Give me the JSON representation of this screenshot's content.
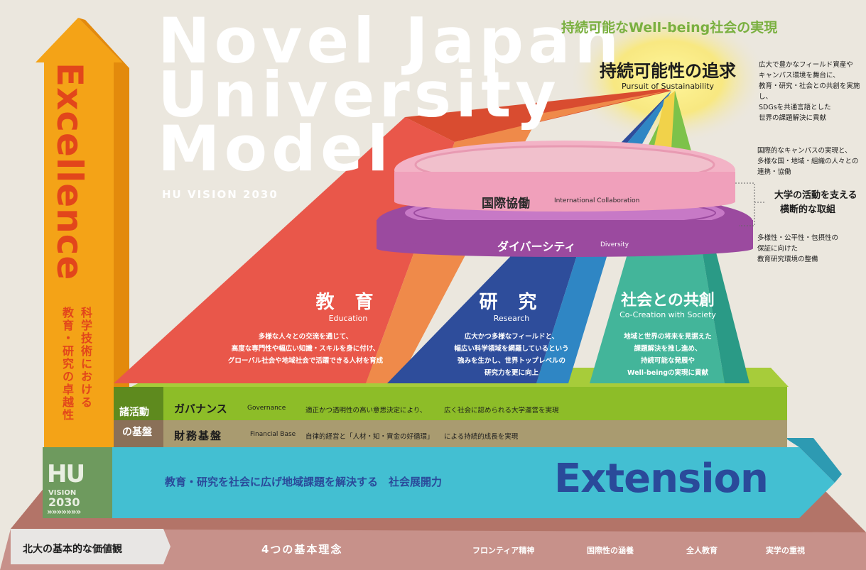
{
  "header": {
    "title_lines": [
      "Novel Japan",
      "University",
      "Model"
    ],
    "subtitle": "HU VISION 2030",
    "top_right": "持続可能なWell-being社会の実現"
  },
  "sustainability": {
    "title_jp": "持続可能性の追求",
    "title_en": "Pursuit of Sustainability",
    "note": [
      "広大で豊かなフィールド資産や",
      "キャンパス環境を舞台に、",
      "教育・研究・社会との共創を実施し、",
      "SDGsを共通言語とした",
      "世界の課題解決に貢献"
    ]
  },
  "excellence": {
    "label": "Excellence",
    "desc_col1": "科学技術における",
    "desc_col2": "教育・研究の卓越性"
  },
  "rings": {
    "intl_jp": "国際協働",
    "intl_en": "International Collaboration",
    "div_jp": "ダイバーシティ",
    "div_en": "Diversity",
    "intl_note": [
      "国際的なキャンパスの実現と、",
      "多様な国・地域・組織の人々との",
      "連携・協働"
    ],
    "cross_title": [
      "大学の活動を支える",
      "横断的な取組"
    ],
    "div_note": [
      "多様性・公平性・包摂性の",
      "保証に向けた",
      "教育研究環境の整備"
    ]
  },
  "pillars": {
    "education": {
      "jp": "教 育",
      "en": "Education",
      "desc": [
        "多様な人々との交流を通じて、",
        "高度な専門性や幅広い知識・スキルを身に付け、",
        "グローバル社会や地域社会で活躍できる人材を育成"
      ]
    },
    "research": {
      "jp": "研 究",
      "en": "Research",
      "desc": [
        "広大かつ多様なフィールドと、",
        "幅広い科学領域を網羅しているという",
        "強みを生かし、世界トップレベルの",
        "研究力を更に向上"
      ]
    },
    "cocreation": {
      "jp": "社会との共創",
      "en": "Co-Creation with Society",
      "desc": [
        "地域と世界の将来を見据えた",
        "課題解決を推し進め、",
        "持続可能な発展や",
        "Well-beingの実現に貢献"
      ]
    }
  },
  "foundation": {
    "label_line1": "諸活動",
    "label_line2": "の基盤",
    "governance_jp": "ガバナンス",
    "governance_en": "Governance",
    "governance_desc1": "適正かつ透明性の高い意思決定により、",
    "governance_desc2": "広く社会に認められる大学運営を実現",
    "finance_jp": "財務基盤",
    "finance_en": "Financial Base",
    "finance_desc1": "自律的経営と「人材・知・資金の好循環」",
    "finance_desc2": "による持続的成長を実現"
  },
  "extension": {
    "logo_hu": "HU",
    "logo_vision": "VISION",
    "logo_year": "2030",
    "logo_arrows": "»»»»»»»",
    "desc": "教育・研究を社会に広げ地域課題を解決する　社会展開力",
    "label": "Extension"
  },
  "bottom": {
    "values_label": "北大の基本的な価値観",
    "principles_label": "4つの基本理念",
    "principles": [
      "フロンティア精神",
      "国際性の涵養",
      "全人教育",
      "実学の重視"
    ]
  },
  "colors": {
    "background": "#ebe7de",
    "excellence_orange": "#f3a21a",
    "education_red": "#e8574a",
    "research_blue": "#2f4f9c",
    "cocreation_teal": "#41b49a",
    "ring_pink": "#f0a8c0",
    "ring_purple": "#9a4a9e",
    "governance_green": "#8cbf2a",
    "finance_tan": "#a89a6e",
    "extension_cyan": "#3fbcd0",
    "extension_text": "#2a4a9a",
    "base_brown": "#b97e70",
    "top_right_green": "#7ab040"
  }
}
